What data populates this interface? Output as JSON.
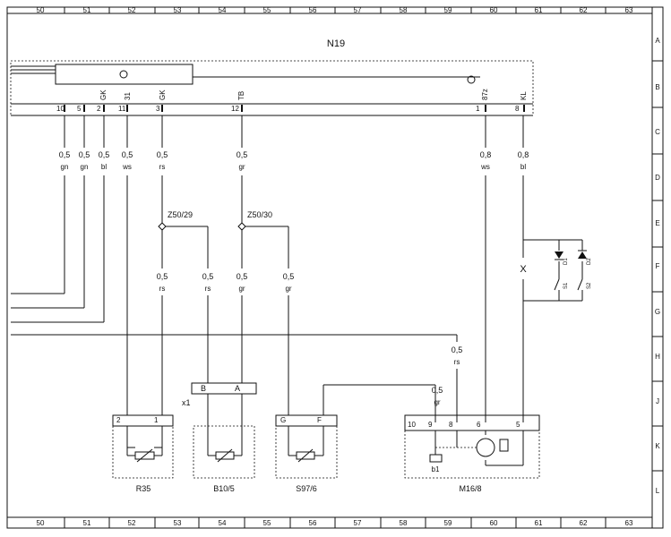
{
  "top_columns": [
    "50",
    "51",
    "52",
    "53",
    "54",
    "55",
    "56",
    "57",
    "58",
    "59",
    "60",
    "61",
    "62",
    "63"
  ],
  "right_rows": [
    "A",
    "B",
    "C",
    "D",
    "E",
    "F",
    "G",
    "H",
    "J",
    "K",
    "L"
  ],
  "module": {
    "name": "N19",
    "pins": [
      {
        "num": "10",
        "label": ""
      },
      {
        "num": "5",
        "label": ""
      },
      {
        "num": "2",
        "label": "GK"
      },
      {
        "num": "11",
        "label": "31"
      },
      {
        "num": "3",
        "label": "GK"
      },
      {
        "num": "12",
        "label": "TB"
      },
      {
        "num": "1",
        "label": "87z"
      },
      {
        "num": "8",
        "label": "KL"
      }
    ]
  },
  "wires_top": [
    {
      "size": "0,5",
      "color": "gn"
    },
    {
      "size": "0,5",
      "color": "gn"
    },
    {
      "size": "0,5",
      "color": "bl"
    },
    {
      "size": "0,5",
      "color": "ws"
    },
    {
      "size": "0,5",
      "color": "rs"
    },
    {
      "size": "0,5",
      "color": "gr"
    },
    {
      "size": "0,8",
      "color": "ws"
    },
    {
      "size": "0,8",
      "color": "bl"
    }
  ],
  "splices": [
    "Z50/29",
    "Z50/30"
  ],
  "wires_mid": [
    {
      "size": "0,5",
      "color": "rs"
    },
    {
      "size": "0,5",
      "color": "rs"
    },
    {
      "size": "0,5",
      "color": "gr"
    },
    {
      "size": "0,5",
      "color": "gr"
    }
  ],
  "wire_h": {
    "size": "0,5",
    "color": "rs"
  },
  "wire_j": {
    "size": "0,5",
    "color": "gr"
  },
  "connector_x1": {
    "name": "x1",
    "pins": [
      "B",
      "A"
    ]
  },
  "components": [
    {
      "name": "R35",
      "pins": [
        "2",
        "1"
      ]
    },
    {
      "name": "B10/5",
      "pins": []
    },
    {
      "name": "S97/6",
      "pins": [
        "G",
        "F"
      ]
    },
    {
      "name": "M16/8",
      "pins": [
        "10",
        "9",
        "8",
        "6",
        "5"
      ]
    }
  ],
  "relay": {
    "mark": "X",
    "diode1": "D1",
    "diode2": "D2",
    "switch1": "S1",
    "switch2": "S2"
  },
  "motor_sensor": "b1"
}
